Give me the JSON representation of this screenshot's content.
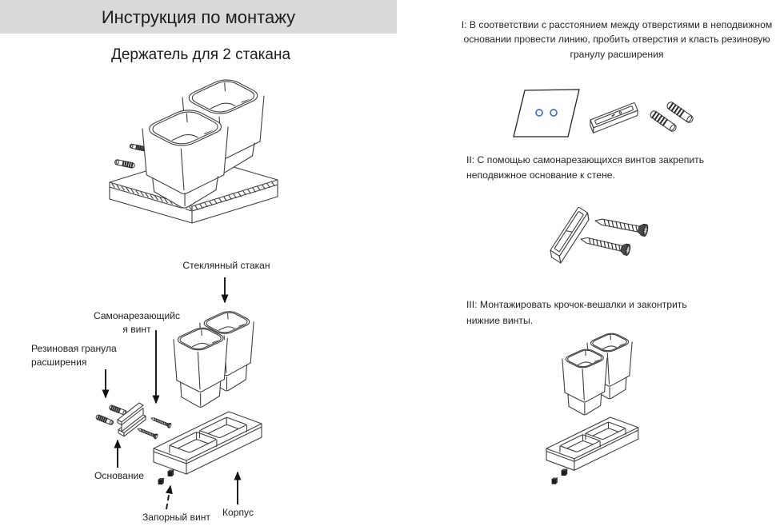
{
  "colors": {
    "title_bar": "#d9d9d9",
    "ink": "#3f3f3f",
    "text": "#262626",
    "accent_blue": "#4472c4"
  },
  "header": {
    "title": "Инструкция по монтажу"
  },
  "product": {
    "subtitle": "Держатель для 2 стакана"
  },
  "steps": [
    {
      "numeral": "I",
      "text": "I: В соответствии с расстоянием между отверстиями в неподвижном\nосновании провести линию, пробить отверстия и класть резиновую\nгранулу расширения"
    },
    {
      "numeral": "II",
      "text": "II: С помощью самонарезающихся винтов закрепить\nнеподвижное основание к стене."
    },
    {
      "numeral": "III",
      "text": "III: Монтажировать крочок-вешалки и законтрить\nнижние винты."
    }
  ],
  "part_labels": {
    "glass_cup": "Стеклянный стакан",
    "self_tapping_screw": "Самонарезающийс\nя винт",
    "rubber_granule": "Резиновая гранула\nрасширения",
    "base": "Основание",
    "locking_screw": "Запорный винт",
    "body": "Корпус"
  }
}
